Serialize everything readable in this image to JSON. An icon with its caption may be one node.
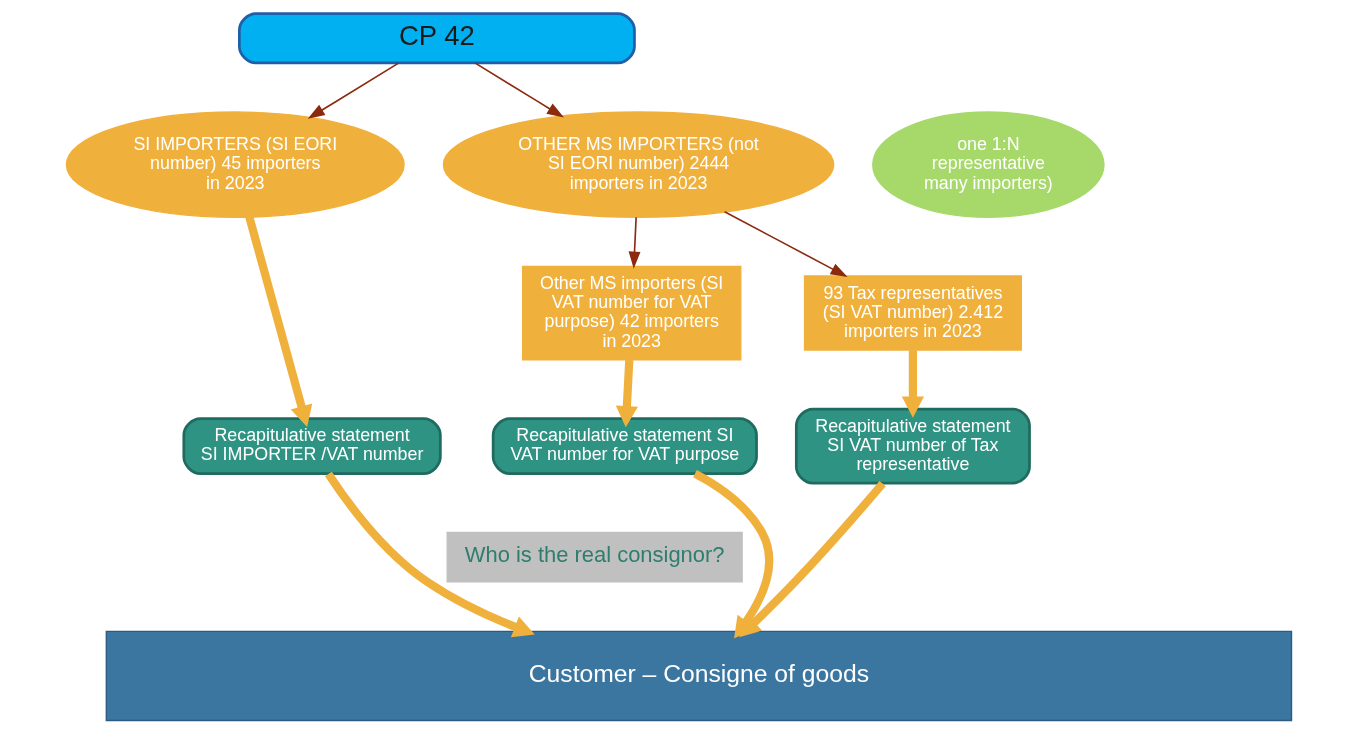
{
  "diagram": {
    "nodes": [
      {
        "text": [
          "CP 42"
        ]
      },
      {
        "text": [
          "SI IMPORTERS (SI EORI number) 45 importers in 2023"
        ]
      },
      {
        "text": [
          "OTHER MS IMPORTERS (not SI EORI number) 2444 importers in 2023"
        ]
      },
      {
        "text": [
          "one 1:N representative many importers)"
        ]
      },
      {
        "text": [
          "Other MS importers (SI VAT number for VAT purpose) 42 importers in 2023"
        ]
      },
      {
        "text": [
          "93 Tax representatives (SI VAT number) 2.412 importers in 2023"
        ]
      },
      {
        "text": [
          "Recapitulative statement SI IMPORTER /VAT number"
        ]
      },
      {
        "text": [
          "Recapitulative statement SI VAT number for VAT purpose"
        ]
      },
      {
        "text": [
          "Recapitulative statement SI VAT number of Tax representative"
        ]
      },
      {
        "text": [
          "Who is the real consignor?"
        ]
      },
      {
        "text": [
          "Customer – Consigne of goods"
        ]
      }
    ],
    "edges": [
      {
        "from": 0,
        "to": 1,
        "arrow": "to",
        "color": "#8b2a0e"
      },
      {
        "from": 0,
        "to": 2,
        "arrow": "to",
        "color": "#8b2a0e"
      },
      {
        "from": 2,
        "to": 4,
        "arrow": "to",
        "color": "#8b2a0e"
      },
      {
        "from": 2,
        "to": 5,
        "arrow": "to",
        "color": "#8b2a0e"
      },
      {
        "from": 1,
        "to": 6,
        "arrow": "to"
      },
      {
        "from": 4,
        "to": 7,
        "arrow": "to"
      },
      {
        "from": 5,
        "to": 8,
        "arrow": "to"
      },
      {
        "from": 6,
        "to": 10,
        "arrow": "to"
      },
      {
        "from": 7,
        "to": 10,
        "arrow": "to"
      },
      {
        "from": 8,
        "to": 10,
        "arrow": "to"
      }
    ]
  }
}
